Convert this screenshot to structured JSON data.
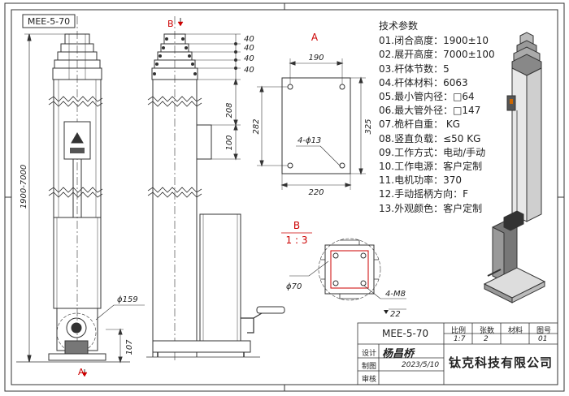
{
  "drawing": {
    "model_label": "MEE-5-70",
    "section_A": "A",
    "section_B": "B",
    "detail_B_scale": "1 : 3",
    "view_markers": {
      "top": "B",
      "bottom": "A"
    }
  },
  "dimensions": {
    "stack_40": [
      "40",
      "40",
      "40",
      "40"
    ],
    "d208": "208",
    "d100": "100",
    "overall_height": "1900-7000",
    "motor_dia": "ϕ159",
    "base_height": "107",
    "plate_width_top": "190",
    "plate_width_bottom": "220",
    "plate_height_left": "282",
    "plate_height_right": "325",
    "plate_holes": "4-ϕ13",
    "tube_dia": "ϕ70",
    "thread": "4-M8",
    "thread_depth": "22"
  },
  "specs": {
    "title": "技术参数",
    "items": [
      "01.闭合高度：1900±10",
      "02.展开高度：7000±100",
      "03.杆体节数：5",
      "04.杆体材料：6063",
      "05.最小管内径：□64",
      "06.最大管外径：□147",
      "07.桅杆自重：     KG",
      "08.竖直负载：≤50 KG",
      "09.工作方式：电动/手动",
      "10.工作电源：客户定制",
      "11.电机功率：370",
      "12.手动摇柄方向：F",
      "13.外观颜色：客户定制"
    ]
  },
  "title_block": {
    "drawing_no": "MEE-5-70",
    "headers": [
      "比例",
      "张数",
      "材料",
      "图号"
    ],
    "values": [
      "1:7",
      "2",
      "",
      "01"
    ],
    "row_labels": [
      "设计",
      "制图",
      "审核"
    ],
    "designer_signature": "杨昌桥",
    "date": "2023/5/10",
    "company": "钛克科技有限公司"
  }
}
